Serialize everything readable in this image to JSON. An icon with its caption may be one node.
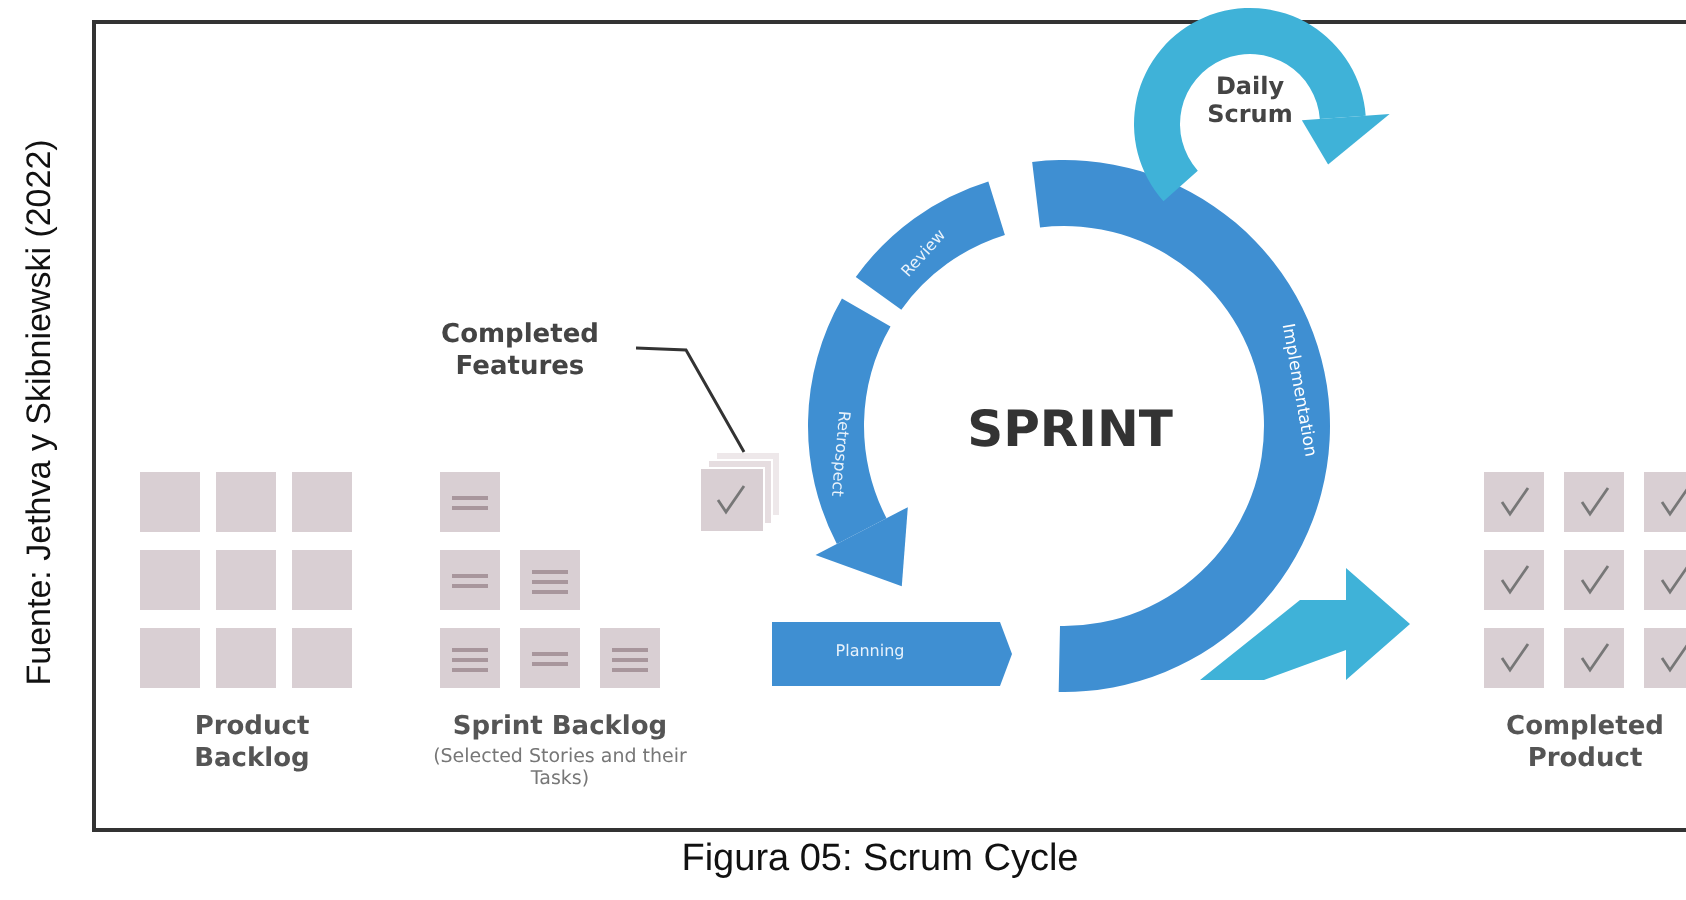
{
  "diagram": {
    "caption": "Figura 05: Scrum Cycle",
    "nodes": [
      {
        "text": [
          "Completed Features"
        ]
      },
      {
        "text": [],
        "shape": "box"
      }
    ],
    "edges": [
      {
        "from": 0,
        "to": 1,
        "arrow": "none"
      }
    ],
    "labels": [
      "Fuente: Jethva y Skibniewski (2022)",
      "Daily Scrum",
      "Review",
      "Implementation",
      "SPRINT",
      "Retrospect",
      "Planning",
      "Product Backlog",
      "Sprint Backlog",
      "(Selected Stories and their Tasks)",
      "Completed Product"
    ]
  }
}
